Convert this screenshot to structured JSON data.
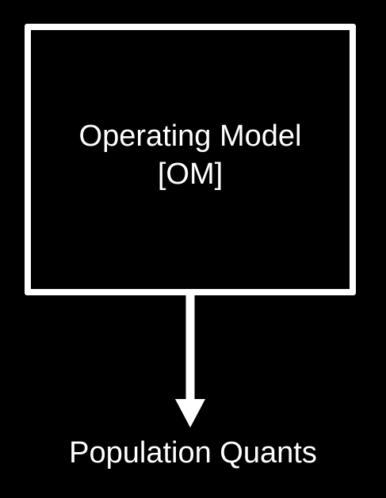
{
  "colors": {
    "background": "#000000",
    "foreground": "#ffffff"
  },
  "nodes": {
    "operating_model": {
      "line1": "Operating Model",
      "line2": "[OM]"
    },
    "population_quants": {
      "label": "Population Quants"
    }
  },
  "edges": [
    {
      "from": "operating_model",
      "to": "population_quants",
      "style": "solid-arrow"
    }
  ]
}
